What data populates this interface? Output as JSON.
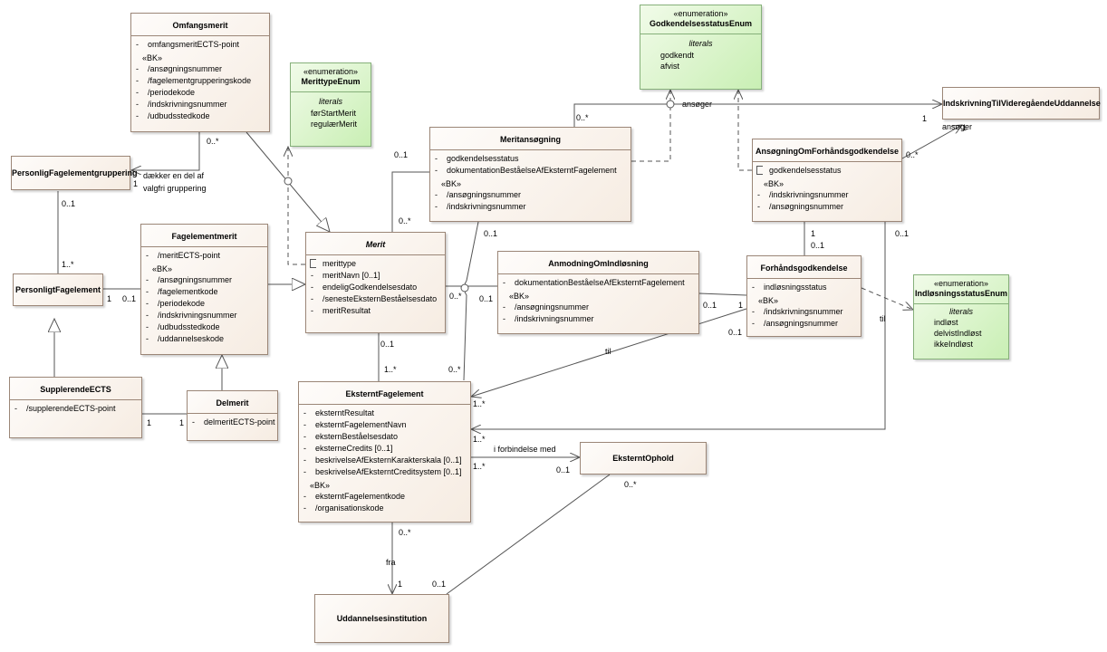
{
  "classes": {
    "omfangsmerit": {
      "name": "Omfangsmerit",
      "attrs": [
        {
          "vis": "-",
          "text": "omfangsmeritECTS-point"
        }
      ],
      "bk_label": "«BK»",
      "bk_attrs": [
        {
          "vis": "-",
          "text": "/ansøgningsnummer"
        },
        {
          "vis": "-",
          "text": "/fagelementgrupperingskode"
        },
        {
          "vis": "-",
          "text": "/periodekode"
        },
        {
          "vis": "-",
          "text": "/indskrivningsnummer"
        },
        {
          "vis": "-",
          "text": "/udbudsstedkode"
        }
      ]
    },
    "merittype_enum": {
      "stereotype": "«enumeration»",
      "name": "MerittypeEnum",
      "literals_label": "literals",
      "literals": [
        "førStartMerit",
        "regulærMerit"
      ]
    },
    "godkendelsesstatus_enum": {
      "stereotype": "«enumeration»",
      "name": "GodkendelsesstatusEnum",
      "literals_label": "literals",
      "literals": [
        "godkendt",
        "afvist"
      ]
    },
    "indskrivning": {
      "name": "IndskrivningTilVideregåendeUddannelse"
    },
    "personlig_gruppering": {
      "name": "PersonligFagelementgruppering"
    },
    "meritansoegning": {
      "name": "Meritansøgning",
      "attrs": [
        {
          "vis": "-",
          "text": "godkendelsesstatus"
        },
        {
          "vis": "-",
          "text": "dokumentationBeståelseAfEksterntFagelement"
        }
      ],
      "bk_label": "«BK»",
      "bk_attrs": [
        {
          "vis": "-",
          "text": "/ansøgningsnummer"
        },
        {
          "vis": "-",
          "text": "/indskrivningsnummer"
        }
      ]
    },
    "ansoegning_forhaand": {
      "name": "AnsøgningOmForhåndsgodkendelse",
      "attrs": [
        {
          "vis": "",
          "text": "godkendelsesstatus"
        }
      ],
      "bk_label": "«BK»",
      "bk_attrs": [
        {
          "vis": "-",
          "text": "/indskrivningsnummer"
        },
        {
          "vis": "-",
          "text": "/ansøgningsnummer"
        }
      ]
    },
    "fagelementmerit": {
      "name": "Fagelementmerit",
      "attrs": [
        {
          "vis": "-",
          "text": "/meritECTS-point"
        }
      ],
      "bk_label": "«BK»",
      "bk_attrs": [
        {
          "vis": "-",
          "text": "/ansøgningsnummer"
        },
        {
          "vis": "-",
          "text": "/fagelementkode"
        },
        {
          "vis": "-",
          "text": "/periodekode"
        },
        {
          "vis": "-",
          "text": "/indskrivningsnummer"
        },
        {
          "vis": "-",
          "text": "/udbudsstedkode"
        },
        {
          "vis": "-",
          "text": "/uddannelseskode"
        }
      ]
    },
    "merit": {
      "name": "Merit",
      "attrs": [
        {
          "vis": "",
          "text": "merittype"
        },
        {
          "vis": "-",
          "text": "meritNavn [0..1]"
        },
        {
          "vis": "-",
          "text": "endeligGodkendelsesdato"
        },
        {
          "vis": "-",
          "text": "/senesteEksternBeståelsesdato"
        },
        {
          "vis": "-",
          "text": "meritResultat"
        }
      ]
    },
    "anmodning": {
      "name": "AnmodningOmIndløsning",
      "attrs": [
        {
          "vis": "-",
          "text": "dokumentationBeståelseAfEksterntFagelement"
        }
      ],
      "bk_label": "«BK»",
      "bk_attrs": [
        {
          "vis": "-",
          "text": "/ansøgningsnummer"
        },
        {
          "vis": "-",
          "text": "/indskrivningsnummer"
        }
      ]
    },
    "forhaandsgodkendelse": {
      "name": "Forhåndsgodkendelse",
      "attrs": [
        {
          "vis": "-",
          "text": "indløsningsstatus"
        }
      ],
      "bk_label": "«BK»",
      "bk_attrs": [
        {
          "vis": "-",
          "text": "/indskrivningsnummer"
        },
        {
          "vis": "-",
          "text": "/ansøgningsnummer"
        }
      ]
    },
    "indloesningsstatus_enum": {
      "stereotype": "«enumeration»",
      "name": "IndløsningsstatusEnum",
      "literals_label": "literals",
      "literals": [
        "indløst",
        "delvistIndløst",
        "ikkeIndløst"
      ]
    },
    "personligt_fagelement": {
      "name": "PersonligtFagelement"
    },
    "supplerende_ects": {
      "name": "SupplerendeECTS",
      "attrs": [
        {
          "vis": "-",
          "text": "/supplerendeECTS-point"
        }
      ]
    },
    "delmerit": {
      "name": "Delmerit",
      "attrs": [
        {
          "vis": "-",
          "text": "delmeritECTS-point"
        }
      ]
    },
    "eksternt_fagelement": {
      "name": "EksterntFagelement",
      "attrs": [
        {
          "vis": "-",
          "text": "eksterntResultat"
        },
        {
          "vis": "-",
          "text": "eksterntFagelementNavn"
        },
        {
          "vis": "-",
          "text": "eksternBeståelsesdato"
        },
        {
          "vis": "-",
          "text": "eksterneCredits [0..1]"
        },
        {
          "vis": "-",
          "text": "beskrivelseAfEksternKarakterskala [0..1]"
        },
        {
          "vis": "-",
          "text": "beskrivelseAfEksterntCreditsystem [0..1]"
        }
      ],
      "bk_label": "«BK»",
      "bk_attrs": [
        {
          "vis": "-",
          "text": "eksterntFagelementkode"
        },
        {
          "vis": "-",
          "text": "/organisationskode"
        }
      ]
    },
    "eksternt_ophold": {
      "name": "EksterntOphold"
    },
    "uddannelsesinstitution": {
      "name": "Uddannelsesinstitution"
    }
  },
  "edge_labels": {
    "omf_mult": "0..*",
    "daekker": "dækker en del af",
    "valgfri": "valgfri gruppering",
    "pfg_mult1": "1",
    "pfg_mult2": "0..1",
    "pf_mult1": "1..*",
    "pf_mult2": "1",
    "fm_mult": "0..1",
    "mer_mult1": "0..1",
    "mer_mult2": "0..*",
    "ansoeger1": "ansøger",
    "ma_mult": "0..*",
    "ansoeger2": "ansøger",
    "ind_mult1": "1",
    "ind_mult2": "1",
    "aof_mult": "0..*",
    "aof_mult2": "1",
    "fg_mult": "0..1",
    "aof_mult3": "0..1",
    "ma_mult2": "0..1",
    "merit_mult3": "0..*",
    "an_mult": "0..1",
    "an_mult2": "0..1",
    "fg_mult2": "1",
    "fg_mult3": "0..1",
    "til1": "til",
    "til2": "til",
    "merit_mult4": "0..1",
    "ef_mult1": "1..*",
    "ef_mult2": "0..*",
    "ef_mult3": "1..*",
    "ef_mult4": "1..*",
    "ef_mult5": "1..*",
    "i_forbindelse": "i forbindelse med",
    "eo_mult1": "0..1",
    "eo_mult2": "0..*",
    "ef_mult6": "0..*",
    "fra": "fra",
    "ui_mult1": "1",
    "ui_mult2": "0..1",
    "se_mult": "1",
    "dm_mult": "1"
  }
}
